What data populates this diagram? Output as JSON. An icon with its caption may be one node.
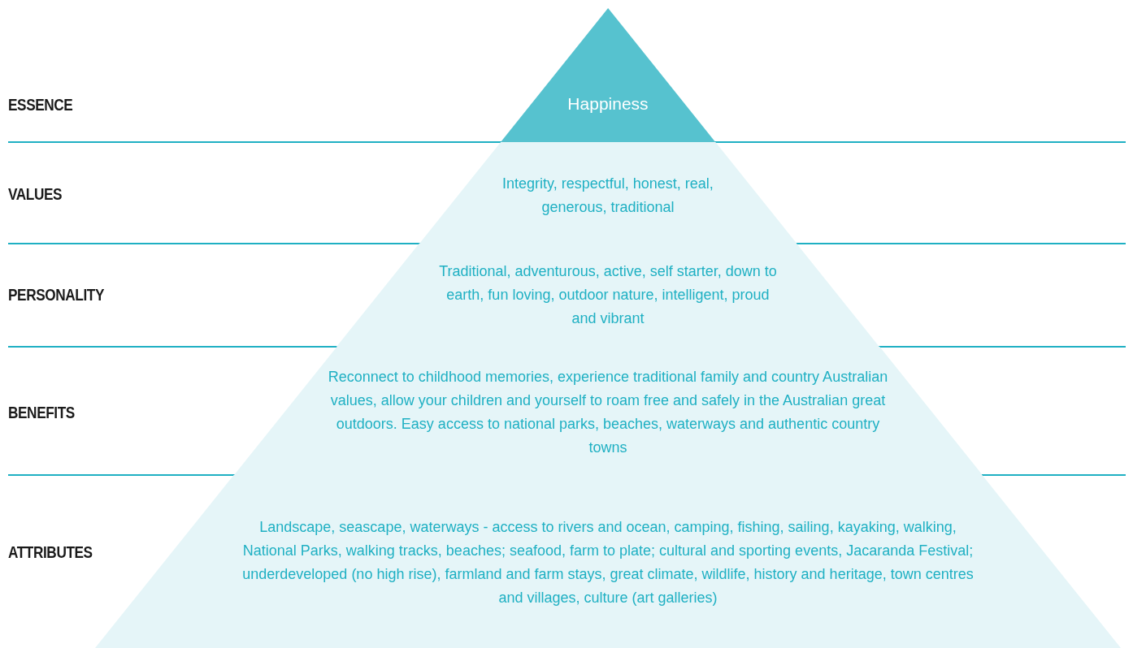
{
  "diagram": {
    "nodes": [
      {
        "text": [
          "Happiness"
        ]
      },
      {
        "text": [
          "Integrity, respectful, honest, real, generous, traditional"
        ]
      },
      {
        "text": [
          "Traditional, adventurous, active, self starter, down to earth, fun loving, outdoor nature, intelligent, proud and vibrant"
        ]
      },
      {
        "text": [
          "Reconnect to childhood memories, experience traditional family and country Australian values, allow your children and yourself to roam free and safely in the Australian great outdoors. Easy access to national parks, beaches, waterways and authentic country towns"
        ]
      },
      {
        "text": [
          "Landscape, seascape, waterways - access to rivers and ocean, camping, fishing, sailing, kayaking, walking, National Parks, walking tracks, beaches; seafood, farm to plate; cultural and sporting events, Jacaranda Festival; underdeveloped (no high rise), farmland and farm stays, great climate, wildlife, history and heritage, town centres and villages, culture (art galleries)"
        ]
      }
    ],
    "edges": [],
    "labels": [
      "ESSENCE",
      "VALUES",
      "PERSONALITY",
      "BENEFITS",
      "ATTRIBUTES"
    ]
  }
}
